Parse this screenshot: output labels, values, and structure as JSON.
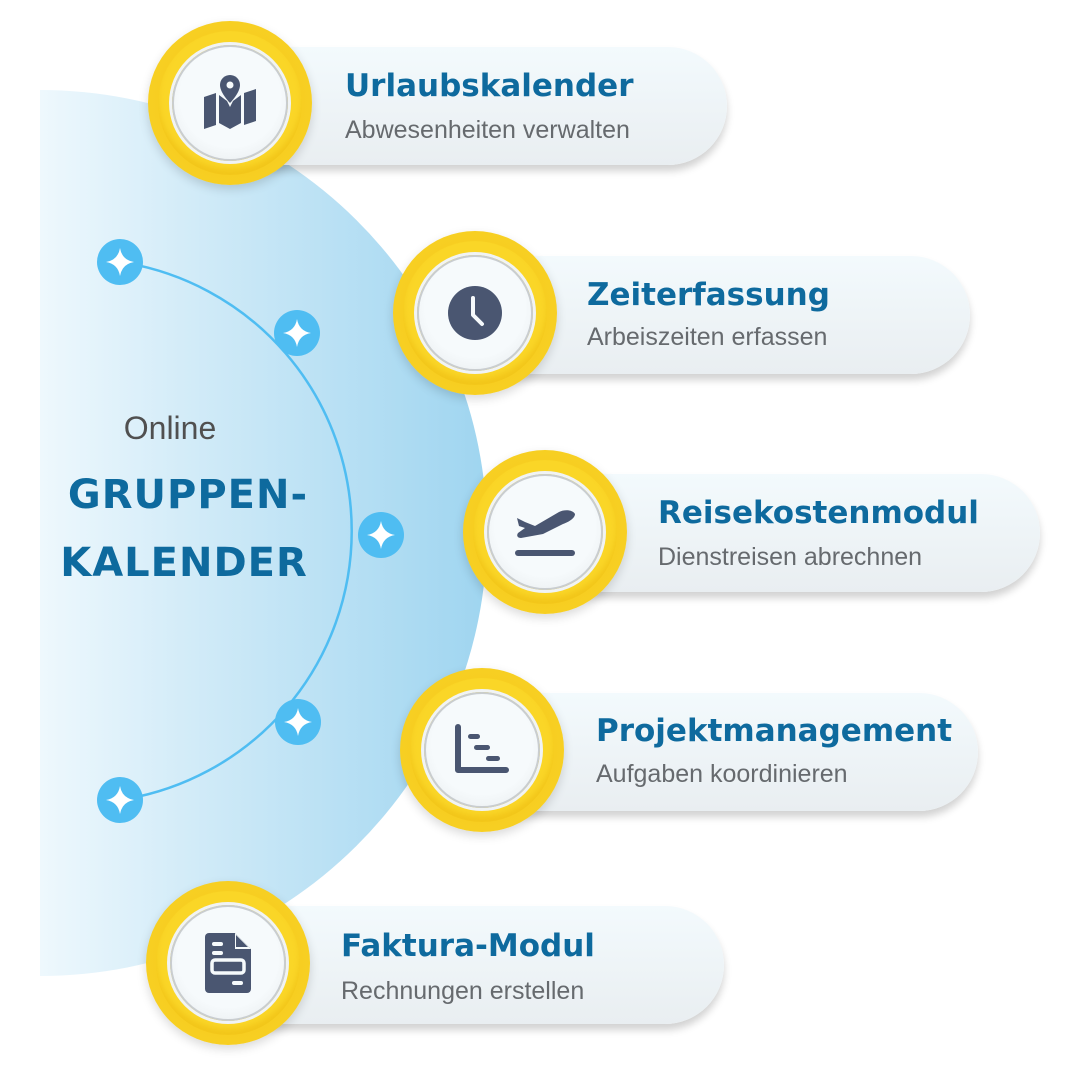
{
  "center": {
    "prefix": "Online",
    "title_line1": "GRUPPEN-",
    "title_line2": "KALENDER"
  },
  "colors": {
    "title_blue": "#0E6A9E",
    "subtitle_gray": "#666A6E",
    "badge_yellow": "#F9CF20",
    "icon_slate": "#4A5671",
    "star_dot_blue": "#4FBDF2",
    "background_light_blue": "#9FD5F0"
  },
  "arc_markers": [
    {
      "icon": "sparkle-star-icon"
    },
    {
      "icon": "sparkle-star-icon"
    },
    {
      "icon": "sparkle-star-icon"
    },
    {
      "icon": "sparkle-star-icon"
    },
    {
      "icon": "sparkle-star-icon"
    }
  ],
  "modules": [
    {
      "title": "Urlaubskalender",
      "subtitle": "Abwesenheiten verwalten",
      "icon": "map-pin-icon"
    },
    {
      "title": "Zeiterfassung",
      "subtitle": "Arbeiszeiten erfassen",
      "icon": "clock-icon"
    },
    {
      "title": "Reisekostenmodul",
      "subtitle": "Dienstreisen abrechnen",
      "icon": "airplane-takeoff-icon"
    },
    {
      "title": "Projektmanagement",
      "subtitle": "Aufgaben koordinieren",
      "icon": "gantt-chart-icon"
    },
    {
      "title": "Faktura-Modul",
      "subtitle": "Rechnungen erstellen",
      "icon": "invoice-document-icon"
    }
  ]
}
